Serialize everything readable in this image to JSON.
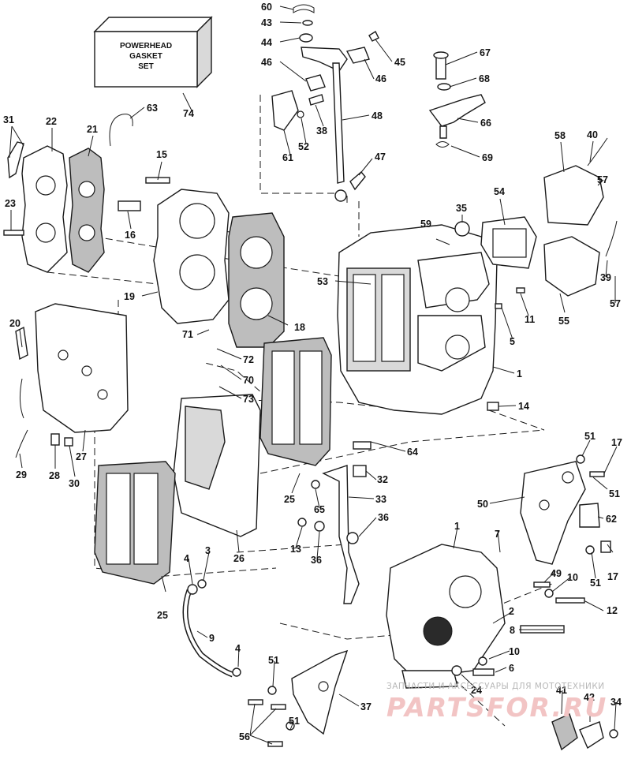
{
  "gasket_set_box": {
    "line1": "POWERHEAD",
    "line2": "GASKET",
    "line3": "SET"
  },
  "callouts": [
    "60",
    "43",
    "44",
    "46",
    "45",
    "46",
    "48",
    "38",
    "52",
    "61",
    "47",
    "67",
    "68",
    "66",
    "69",
    "63",
    "74",
    "31",
    "22",
    "21",
    "15",
    "23",
    "16",
    "19",
    "18",
    "53",
    "59",
    "35",
    "54",
    "58",
    "40",
    "57",
    "39",
    "57",
    "55",
    "11",
    "5",
    "1",
    "14",
    "20",
    "71",
    "72",
    "70",
    "73",
    "29",
    "28",
    "30",
    "27",
    "26",
    "25",
    "64",
    "32",
    "33",
    "65",
    "36",
    "13",
    "36",
    "25",
    "51",
    "17",
    "51",
    "50",
    "62",
    "7",
    "1",
    "17",
    "51",
    "49",
    "10",
    "12",
    "2",
    "8",
    "4",
    "3",
    "9",
    "4",
    "10",
    "6",
    "51",
    "37",
    "56",
    "51",
    "24",
    "41",
    "42",
    "34"
  ],
  "watermark": {
    "caption": "ЗАПЧАСТИ И АКСЕССУАРЫ ДЛЯ МОТОТЕХНИКИ",
    "brand": "PARTSFOR.RU"
  },
  "colors": {
    "ink": "#1a1a1a",
    "gasket_fill": "#bdbdbd",
    "watermark_brand": "#f2c4c4"
  }
}
